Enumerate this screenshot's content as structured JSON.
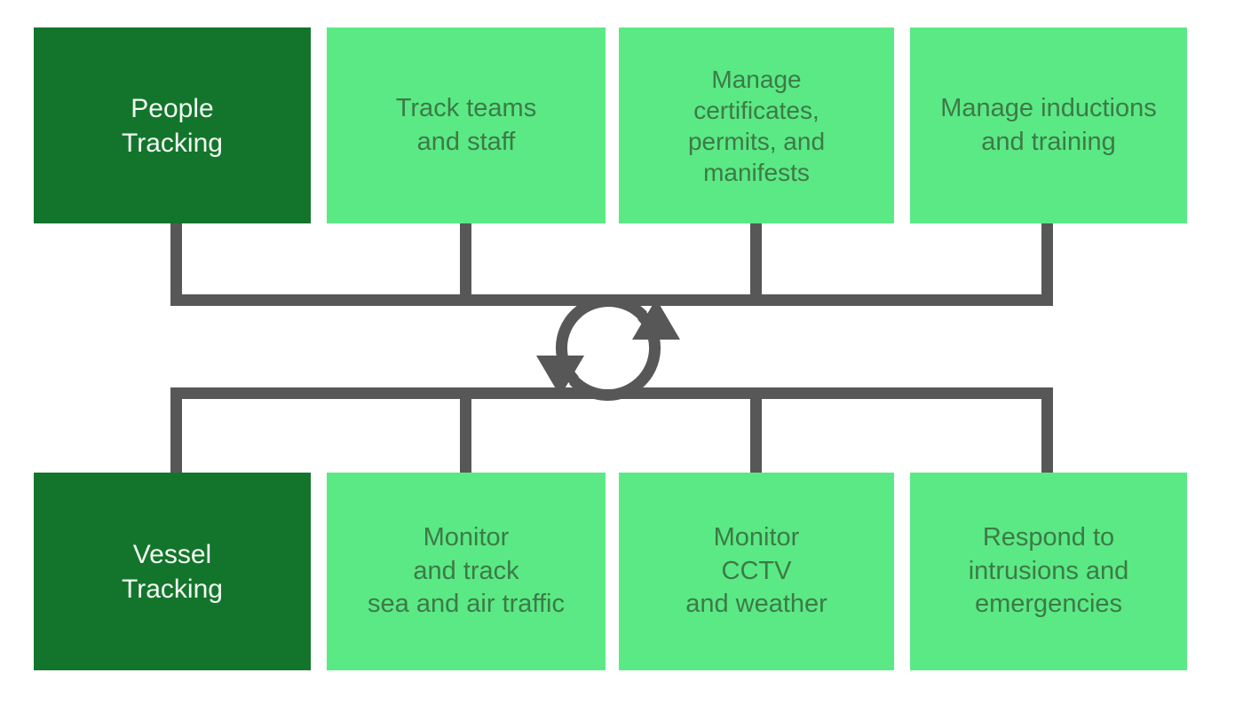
{
  "diagram": {
    "type": "two-row-cycle",
    "background_color": "#ffffff",
    "colors": {
      "primary_box": "#13752b",
      "primary_text": "#f2fbf4",
      "secondary_box": "#5be985",
      "secondary_text": "#3c7a46",
      "connector": "#575757"
    },
    "rows": [
      {
        "id": "people-tracking-row",
        "primary": {
          "label": "People\nTracking",
          "line1": "People",
          "line2": "Tracking"
        },
        "items": [
          {
            "label": "Track teams\nand staff"
          },
          {
            "label": "Manage\ncertificates,\npermits, and\nmanifests"
          },
          {
            "label": "Manage inductions\nand training"
          }
        ]
      },
      {
        "id": "vessel-tracking-row",
        "primary": {
          "label": "Vessel\nTracking",
          "line1": "Vessel",
          "line2": "Tracking"
        },
        "items": [
          {
            "label": "Monitor\nand track\nsea and air traffic"
          },
          {
            "label": "Monitor\nCCTV\nand weather"
          },
          {
            "label": "Respond to\nintrusions and\nemergencies"
          }
        ]
      }
    ],
    "center_icon": {
      "name": "circular-sync-arrows-icon",
      "description": "two curved arrows forming a clockwise cycle",
      "color": "#575757"
    }
  }
}
